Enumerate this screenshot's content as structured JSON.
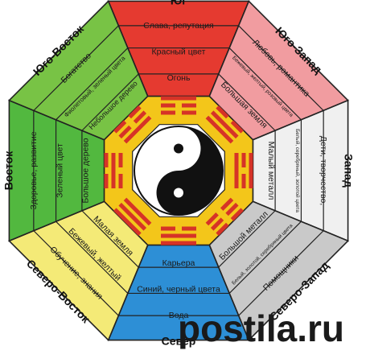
{
  "colors": {
    "south": "#e53a30",
    "southwest": "#f19ca0",
    "west": "#f0f0f0",
    "northwest": "#c9c9c9",
    "north": "#2d8fd6",
    "northeast": "#f4ea77",
    "east": "#52b83f",
    "southeast": "#78c345",
    "center_ring": "#f3c61a",
    "trigram": "#d63327",
    "outline": "#222222"
  },
  "sectors": [
    {
      "id": "south",
      "title": "Юг",
      "lines": [
        "Слава, репутация",
        "Красный цвет",
        "Огонь"
      ]
    },
    {
      "id": "southwest",
      "title": "Юго-Запад",
      "lines": [
        "Любовь, романтика",
        "Бежевый, желтый, розовый цвета",
        "Большая земля"
      ]
    },
    {
      "id": "west",
      "title": "Запад",
      "lines": [
        "Дети, творчество,",
        "Белый, серебряный, золотой цвета",
        "Малый металл"
      ]
    },
    {
      "id": "northwest",
      "title": "Северо-Запад",
      "lines": [
        "Помощники",
        "Белый, золотой, серебряный цвета",
        "Большой металл"
      ]
    },
    {
      "id": "north",
      "title": "Север",
      "lines": [
        "Вода",
        "Синий, черный цвета",
        "Карьера"
      ]
    },
    {
      "id": "northeast",
      "title": "Северо-Восток",
      "lines": [
        "Обучение, знания",
        "Бежевый, желтый",
        "Малая земля"
      ]
    },
    {
      "id": "east",
      "title": "Восток",
      "lines": [
        "Здоровье, развитие",
        "Зеленый цвет",
        "Большое дерево"
      ]
    },
    {
      "id": "southeast",
      "title": "Юго-Восток",
      "lines": [
        "Богатство",
        "Фиолетовый, зеленый цвета",
        "Небольшое дерево"
      ]
    }
  ],
  "watermark": "postila.ru"
}
